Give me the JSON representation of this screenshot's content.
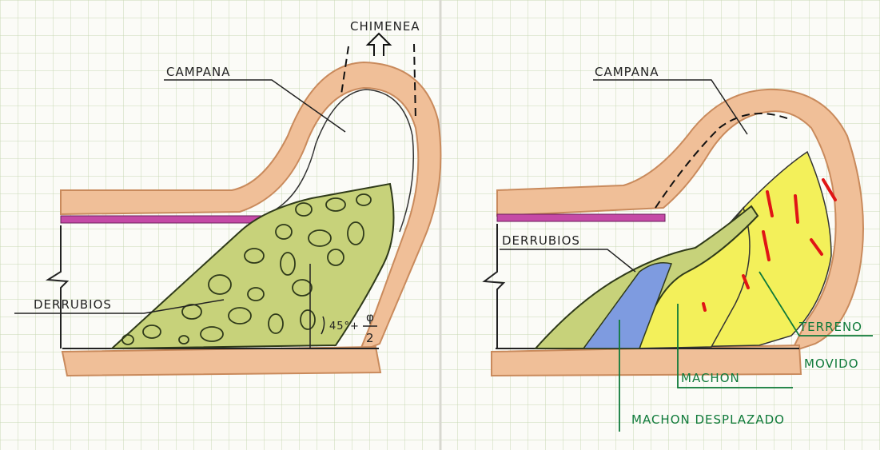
{
  "colors": {
    "paper": "#fbfbf7",
    "grid": "#c8d8b4",
    "rock": "#f0bf98",
    "rock_edge": "#c98a5c",
    "derrubios": "#c7d27a",
    "slab": "#c54aa6",
    "machon_desplazado": "#7e9be0",
    "machon": "#f3f05a",
    "fracture": "#e01515",
    "leader_green": "#0f7a3a"
  },
  "left_panel": {
    "chimenea": "CHIMENEA",
    "campana": "CAMPANA",
    "derrubios": "DERRUBIOS",
    "angle_prefix": "45°+",
    "angle_num": "φ",
    "angle_den": "2"
  },
  "right_panel": {
    "campana": "CAMPANA",
    "derrubios": "DERRUBIOS",
    "terreno": "TERRENO",
    "movido": "MOVIDO",
    "machon": "MACHON",
    "machon_desplazado": "MACHON DESPLAZADO"
  }
}
